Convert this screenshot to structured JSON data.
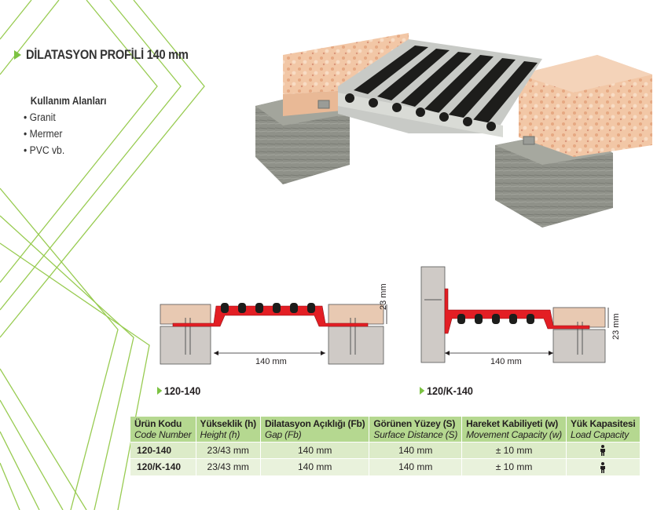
{
  "page": {
    "title": "DİLATASYON PROFİLİ 140 mm",
    "accent_color": "#7cc242",
    "profile_color": "#e31e24"
  },
  "usage": {
    "title": "Kullanım Alanları",
    "items": [
      "• Granit",
      "• Mermer",
      "• PVC vb."
    ]
  },
  "drawings": [
    {
      "code": "120-140",
      "gap_label": "140 mm",
      "height_label": "23 mm"
    },
    {
      "code": "120/K-140",
      "gap_label": "140 mm",
      "height_label": "23 mm"
    }
  ],
  "table": {
    "headers": [
      {
        "tr": "Ürün Kodu",
        "en": "Code Number"
      },
      {
        "tr": "Yükseklik (h)",
        "en": "Height (h)"
      },
      {
        "tr": "Dilatasyon Açıklığı (Fb)",
        "en": "Gap (Fb)"
      },
      {
        "tr": "Görünen Yüzey (S)",
        "en": "Surface Distance (S)"
      },
      {
        "tr": "Hareket Kabiliyeti (w)",
        "en": "Movement Capacity (w)"
      },
      {
        "tr": "Yük Kapasitesi",
        "en": "Load Capacity"
      }
    ],
    "rows": [
      {
        "code": "120-140",
        "height": "23/43 mm",
        "gap": "140 mm",
        "surface": "140 mm",
        "movement": "± 10 mm",
        "load_icon": "person-icon"
      },
      {
        "code": "120/K-140",
        "height": "23/43 mm",
        "gap": "140 mm",
        "surface": "140 mm",
        "movement": "± 10 mm",
        "load_icon": "person-icon"
      }
    ]
  }
}
